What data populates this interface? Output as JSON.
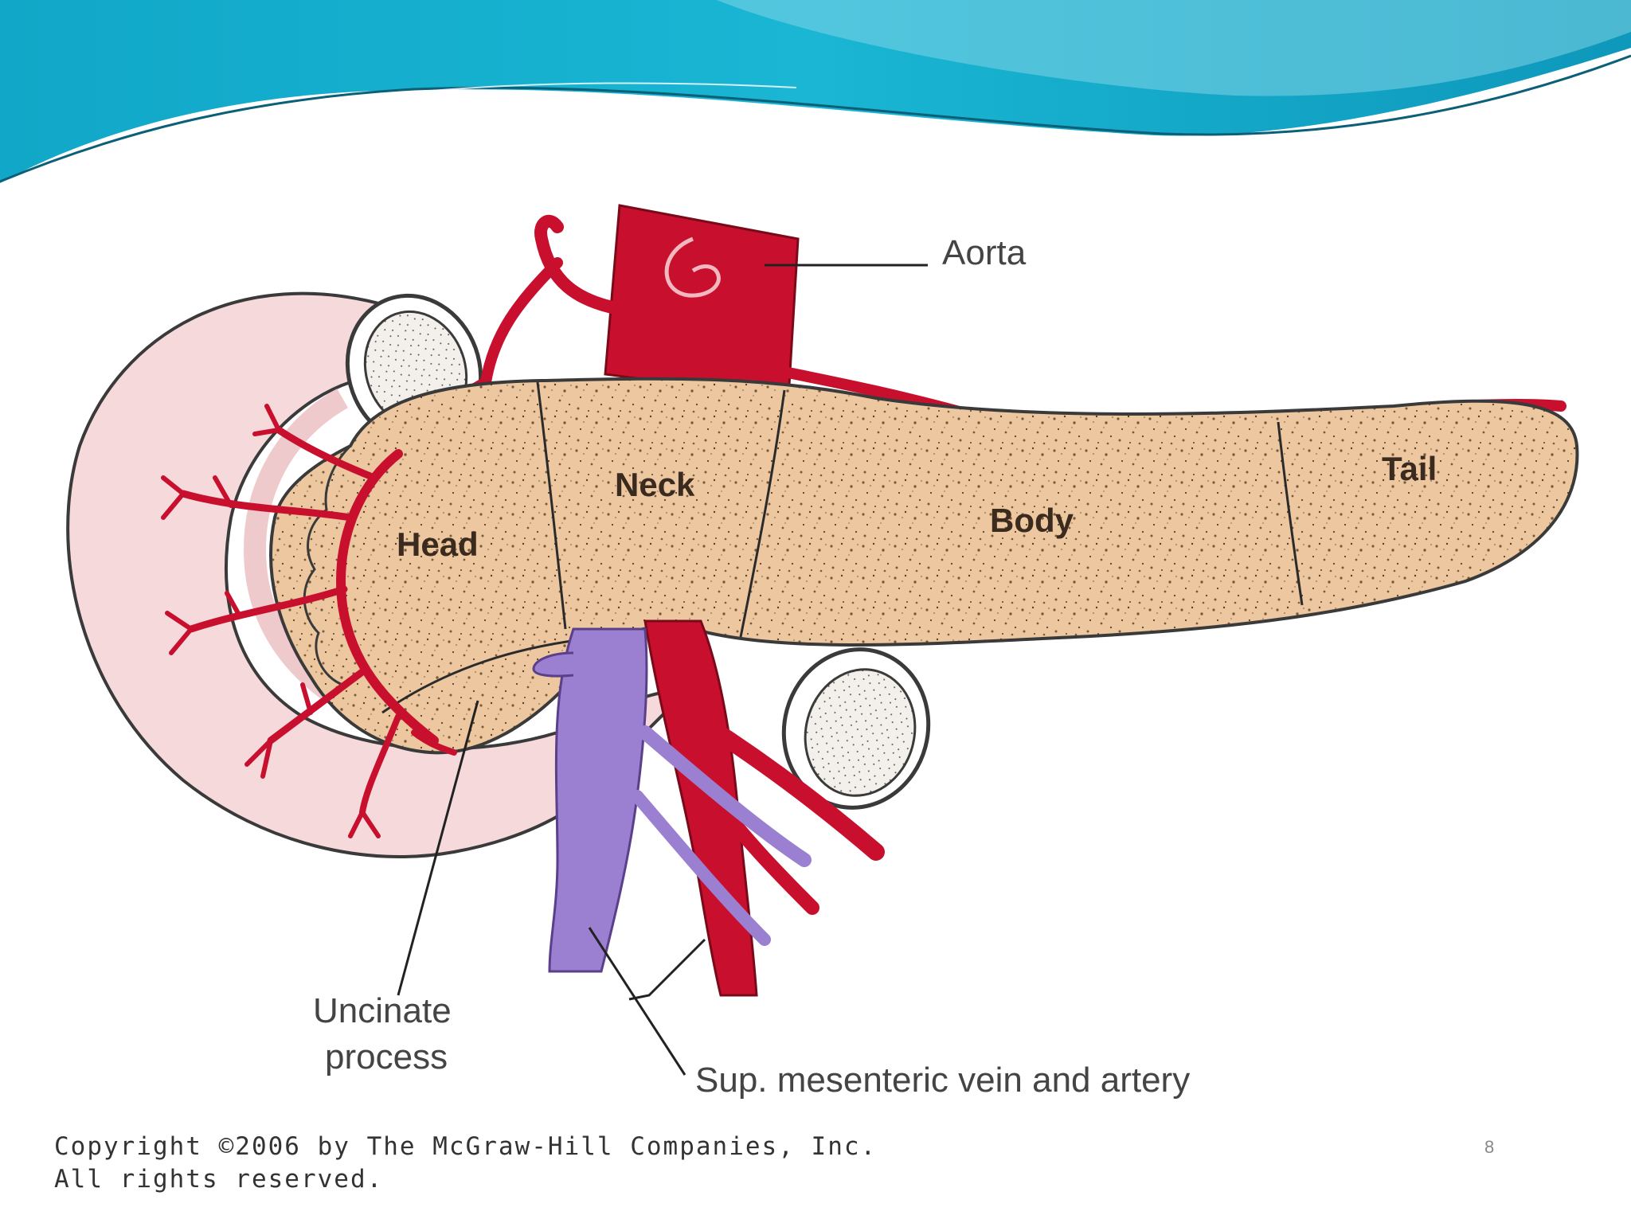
{
  "slide": {
    "page_number": "8",
    "theme_colors": {
      "accent": "#11a7c8",
      "wave_light": "#7fd4e6",
      "wave_dark": "#0b6f8a"
    }
  },
  "figure": {
    "labels": {
      "aorta": "Aorta",
      "head": "Head",
      "neck": "Neck",
      "body": "Body",
      "tail": "Tail",
      "uncinate_line1": "Uncinate",
      "uncinate_line2": "process",
      "sup_mesenteric": "Sup. mesenteric vein and artery"
    },
    "colors": {
      "pancreas": "#ecc79f",
      "artery": "#c8102e",
      "vein": "#9b7fd0",
      "duodenum": "#f6d9db",
      "duodenum_outline": "#3a3a3a"
    }
  },
  "copyright": {
    "line1": "Copyright ©2006 by The McGraw-Hill Companies, Inc.",
    "line2": "All rights reserved."
  }
}
